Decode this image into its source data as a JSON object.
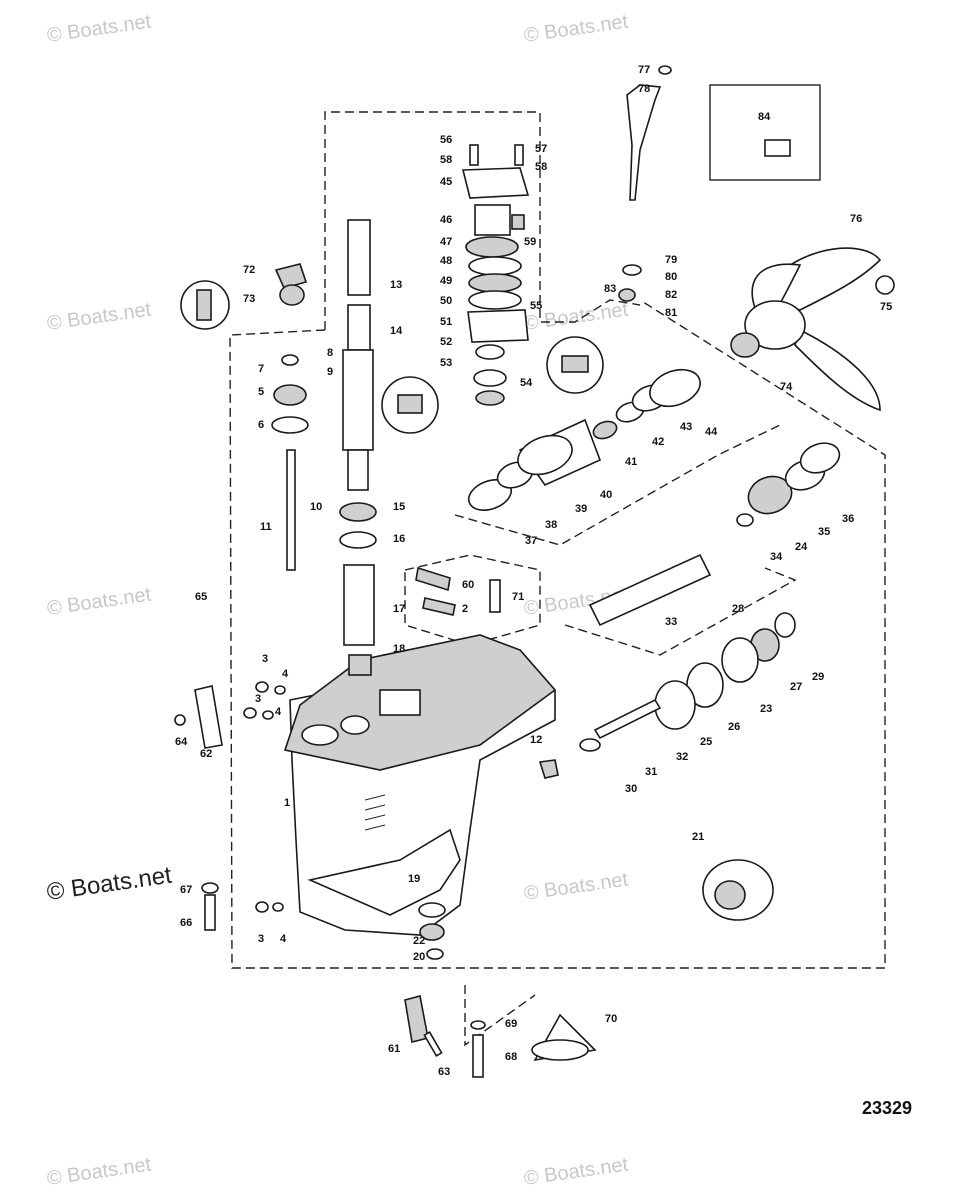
{
  "watermark_text": "© Boats.net",
  "figure_number": "23329",
  "part_labels": {
    "p1": "1",
    "p2": "2",
    "p3a": "3",
    "p3b": "3",
    "p3c": "3",
    "p4a": "4",
    "p4b": "4",
    "p4c": "4",
    "p5": "5",
    "p6": "6",
    "p7": "7",
    "p8": "8",
    "p9": "9",
    "p10": "10",
    "p11": "11",
    "p12": "12",
    "p13": "13",
    "p14": "14",
    "p15": "15",
    "p16": "16",
    "p17": "17",
    "p18": "18",
    "p19": "19",
    "p20": "20",
    "p21": "21",
    "p22": "22",
    "p23": "23",
    "p24": "24",
    "p25": "25",
    "p26": "26",
    "p27": "27",
    "p28": "28",
    "p29": "29",
    "p30": "30",
    "p31": "31",
    "p32": "32",
    "p33": "33",
    "p34": "34",
    "p35": "35",
    "p36": "36",
    "p37": "37",
    "p38": "38",
    "p39": "39",
    "p40": "40",
    "p41": "41",
    "p42": "42",
    "p43": "43",
    "p44": "44",
    "p45": "45",
    "p46": "46",
    "p47": "47",
    "p48": "48",
    "p49": "49",
    "p50": "50",
    "p51": "51",
    "p52": "52",
    "p53": "53",
    "p54": "54",
    "p55": "55",
    "p56": "56",
    "p57": "57",
    "p58a": "58",
    "p58b": "58",
    "p59": "59",
    "p60": "60",
    "p61": "61",
    "p62": "62",
    "p63": "63",
    "p64": "64",
    "p65": "65",
    "p66": "66",
    "p67": "67",
    "p68": "68",
    "p69": "69",
    "p70": "70",
    "p71": "71",
    "p72": "72",
    "p73": "73",
    "p74": "74",
    "p75": "75",
    "p76": "76",
    "p77": "77",
    "p78": "78",
    "p79": "79",
    "p80": "80",
    "p81": "81",
    "p82": "82",
    "p83": "83",
    "p84": "84"
  }
}
